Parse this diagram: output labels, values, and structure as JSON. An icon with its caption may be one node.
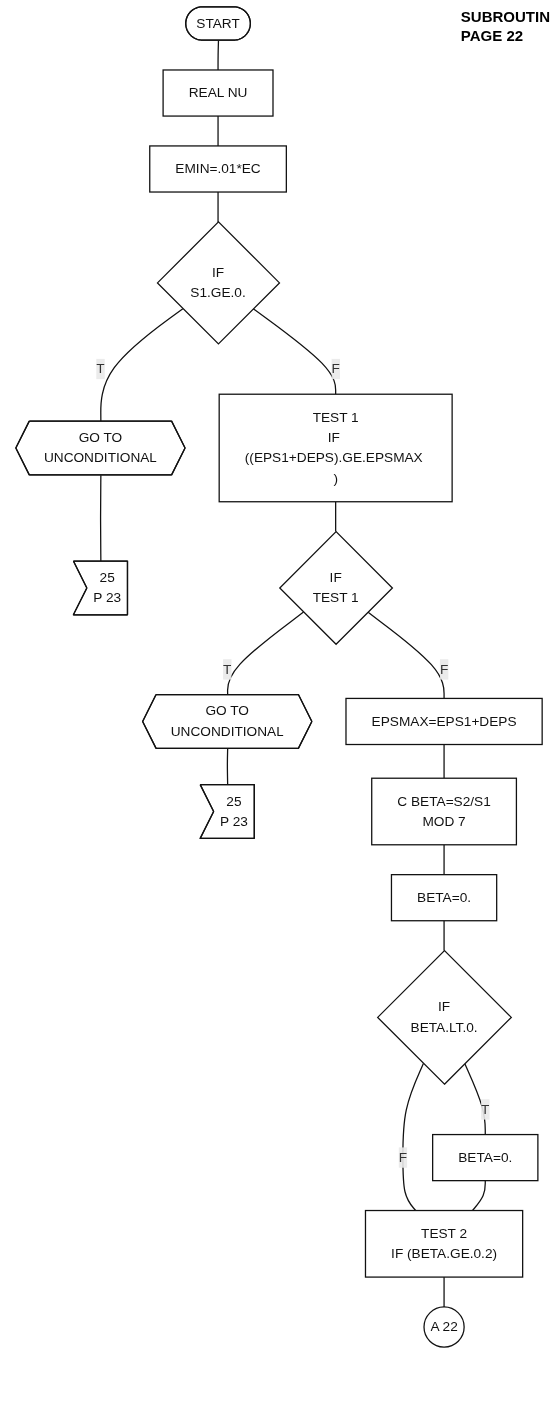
{
  "diagram": {
    "nodes": [
      {
        "text": [
          "START"
        ]
      },
      {
        "text": [
          "REAL NU"
        ]
      },
      {
        "text": [
          "EMIN=.01*EC"
        ]
      },
      {
        "text": [
          "IF",
          "S1.GE.0."
        ]
      },
      {
        "text": [
          "GO TO",
          "UNCONDITIONAL"
        ]
      },
      {
        "text": [
          "25",
          "P 23"
        ]
      },
      {
        "text": [
          "TEST 1",
          "IF ((EPS1+DEPS).GE.EPSMAX )"
        ]
      },
      {
        "text": [
          "IF",
          "TEST 1"
        ]
      },
      {
        "text": [
          "GO TO",
          "UNCONDITIONAL"
        ]
      },
      {
        "text": [
          "25",
          "P 23"
        ]
      },
      {
        "text": [
          "EPSMAX=EPS1+DEPS"
        ]
      },
      {
        "text": [
          "C BETA=S2/S1",
          "MOD 7"
        ]
      },
      {
        "text": [
          "BETA=0."
        ]
      },
      {
        "text": [
          "IF",
          "BETA.LT.0."
        ]
      },
      {
        "text": [
          "BETA=0."
        ]
      },
      {
        "text": [
          "TEST 2",
          "IF (BETA.GE.0.2)"
        ]
      },
      {
        "text": [
          "A 22"
        ]
      }
    ],
    "edges": [
      {
        "from": 0,
        "to": 1,
        "arrow": "none"
      },
      {
        "from": 1,
        "to": 2,
        "arrow": "none"
      },
      {
        "from": 2,
        "to": 3,
        "arrow": "none"
      },
      {
        "from": 3,
        "to": 4,
        "arrow": "none",
        "label": "T"
      },
      {
        "from": 4,
        "to": 5,
        "arrow": "none"
      },
      {
        "from": 3,
        "to": 6,
        "arrow": "none",
        "label": "F"
      },
      {
        "from": 6,
        "to": 7,
        "arrow": "none"
      },
      {
        "from": 7,
        "to": 8,
        "arrow": "none",
        "label": "T"
      },
      {
        "from": 8,
        "to": 9,
        "arrow": "none"
      },
      {
        "from": 7,
        "to": 10,
        "arrow": "none",
        "label": "F"
      },
      {
        "from": 10,
        "to": 11,
        "arrow": "none"
      },
      {
        "from": 11,
        "to": 12,
        "arrow": "none"
      },
      {
        "from": 12,
        "to": 13,
        "arrow": "none"
      },
      {
        "from": 13,
        "to": 14,
        "arrow": "none",
        "label": "T"
      },
      {
        "from": 13,
        "to": 15,
        "arrow": "none",
        "label": "F"
      },
      {
        "from": 14,
        "to": 15,
        "arrow": "none"
      },
      {
        "from": 15,
        "to": 16,
        "arrow": "none"
      }
    ],
    "labels": [
      "SUBROUTIN",
      "PAGE 22"
    ]
  }
}
